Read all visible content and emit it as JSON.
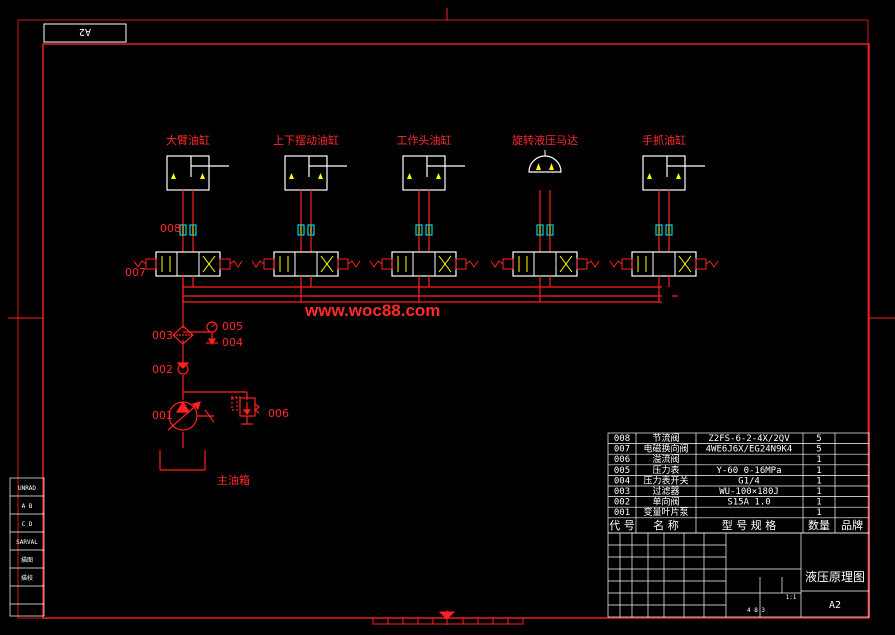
{
  "sheet_tag": "A2",
  "watermark": "www.woc88.com",
  "actuators": [
    {
      "label": "大臂油缸"
    },
    {
      "label": "上下摆动油缸"
    },
    {
      "label": "工作头油缸"
    },
    {
      "label": "旋转液压马达"
    },
    {
      "label": "手抓油缸"
    }
  ],
  "callouts": {
    "c008": "008",
    "c007": "007",
    "c003": "003",
    "c005": "005",
    "c004": "004",
    "c002": "002",
    "c001": "001",
    "c006": "006",
    "tank": "主油箱"
  },
  "bom": {
    "rows": [
      {
        "code": "008",
        "name": "节流阀",
        "spec": "Z2FS-6-2-4X/2QV",
        "qty": "5",
        "brand": ""
      },
      {
        "code": "007",
        "name": "电磁换向阀",
        "spec": "4WE6J6X/EG24N9K4",
        "qty": "5",
        "brand": ""
      },
      {
        "code": "006",
        "name": "溢流阀",
        "spec": "",
        "qty": "1",
        "brand": ""
      },
      {
        "code": "005",
        "name": "压力表",
        "spec": "Y-60 0-16MPa",
        "qty": "1",
        "brand": ""
      },
      {
        "code": "004",
        "name": "压力表开关",
        "spec": "G1/4",
        "qty": "1",
        "brand": ""
      },
      {
        "code": "003",
        "name": "过滤器",
        "spec": "WU-100×180J",
        "qty": "1",
        "brand": ""
      },
      {
        "code": "002",
        "name": "单向阀",
        "spec": "S15A 1.0",
        "qty": "1",
        "brand": ""
      },
      {
        "code": "001",
        "name": "变量叶片泵",
        "spec": "",
        "qty": "1",
        "brand": ""
      }
    ],
    "header": {
      "code": "代 号",
      "name": "名 称",
      "spec": "型 号 规 格",
      "qty": "数量",
      "brand": "品牌"
    }
  },
  "title_block": {
    "drawing_title": "液压原理图",
    "size": "A2",
    "scale": "1:1",
    "sheet": "4 8 3"
  },
  "side_strip": [
    "UNRAD",
    "A B",
    "C D",
    "SARVAL",
    "描图",
    "描校"
  ],
  "colors": {
    "line": "#ff2020",
    "component": "#ff0000",
    "white": "#ffffff",
    "port_yellow": "#ffff00",
    "port_cyan": "#00ffff"
  }
}
